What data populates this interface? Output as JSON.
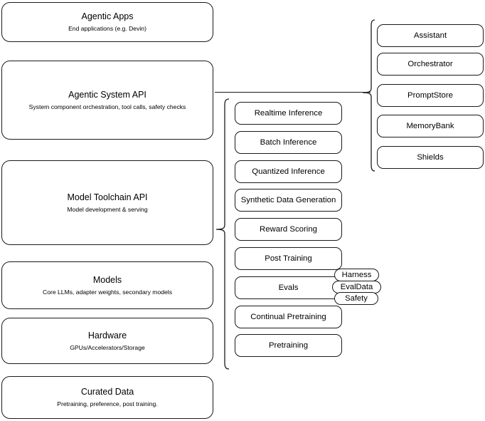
{
  "diagram": {
    "title": "Agentic stack layer diagram",
    "stroke_color": "#1a1a1a",
    "background_color": "#ffffff"
  },
  "layers": [
    {
      "name": "agentic-apps",
      "title": "Agentic Apps",
      "subtitle": "End applications (e.g. Devin)"
    },
    {
      "name": "agentic-system-api",
      "title": "Agentic System API",
      "subtitle": "System component orchestration, tool calls, safety checks"
    },
    {
      "name": "model-toolchain-api",
      "title": "Model Toolchain API",
      "subtitle": "Model development & serving"
    },
    {
      "name": "models",
      "title": "Models",
      "subtitle": "Core LLMs, adapter weights, secondary models"
    },
    {
      "name": "hardware",
      "title": "Hardware",
      "subtitle": "GPUs/Accelerators/Storage"
    },
    {
      "name": "curated-data",
      "title": "Curated Data",
      "subtitle": "Pretraining, preference, post training."
    }
  ],
  "toolchain_capabilities": [
    {
      "name": "realtime-inference",
      "label": "Realtime Inference"
    },
    {
      "name": "batch-inference",
      "label": "Batch Inference"
    },
    {
      "name": "quantized-inference",
      "label": "Quantized Inference"
    },
    {
      "name": "synthetic-data-generation",
      "label": "Synthetic Data Generation"
    },
    {
      "name": "reward-scoring",
      "label": "Reward Scoring"
    },
    {
      "name": "post-training",
      "label": "Post Training"
    },
    {
      "name": "evals",
      "label": "Evals"
    },
    {
      "name": "continual-pretraining",
      "label": "Continual Pretraining"
    },
    {
      "name": "pretraining",
      "label": "Pretraining"
    }
  ],
  "evals_tags": [
    {
      "name": "harness",
      "label": "Harness"
    },
    {
      "name": "evaldata",
      "label": "EvalData"
    },
    {
      "name": "safety",
      "label": "Safety"
    }
  ],
  "system_components": [
    {
      "name": "assistant",
      "label": "Assistant"
    },
    {
      "name": "orchestrator",
      "label": "Orchestrator"
    },
    {
      "name": "promptstore",
      "label": "PromptStore"
    },
    {
      "name": "memorybank",
      "label": "MemoryBank"
    },
    {
      "name": "shields",
      "label": "Shields"
    }
  ]
}
